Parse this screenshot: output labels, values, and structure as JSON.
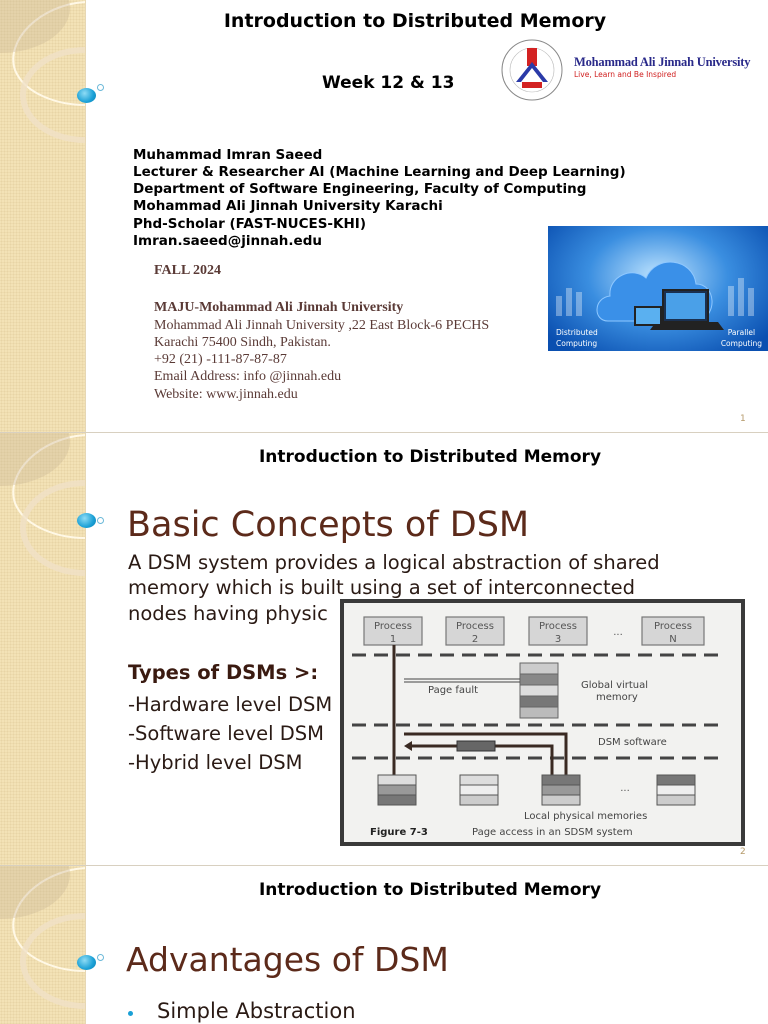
{
  "slides": [
    {
      "header": "Introduction to Distributed Memory",
      "subtitle": "Week 12 & 13",
      "logo": {
        "name": "Mohammad Ali Jinnah University",
        "tagline": "Live, Learn and Be Inspired"
      },
      "author_lines": [
        "Muhammad  Imran Saeed",
        "Lecturer & Researcher AI (Machine Learning and Deep Learning)",
        "Department of Software Engineering, Faculty of  Computing",
        "Mohammad Ali Jinnah University Karachi",
        "Phd-Scholar (FAST-NUCES-KHI)",
        "Imran.saeed@jinnah.edu"
      ],
      "term": "FALL 2024",
      "institution": "MAJU-Mohammad Ali Jinnah University",
      "address_lines": [
        "Mohammad Ali Jinnah University ,22 East Block-6 PECHS",
        "Karachi 75400 Sindh, Pakistan.",
        "+92 (21) -111-87-87-87",
        "Email Address: info @jinnah.edu",
        "Website: www.jinnah.edu"
      ],
      "image_labels": {
        "left": "Distributed\nComputing",
        "right": "Parallel\nComputing"
      },
      "page_number": "1"
    },
    {
      "header": "Introduction to Distributed Memory",
      "title": "Basic Concepts of DSM",
      "paragraph_lines": [
        "A DSM system provides a logical abstraction of shared",
        "memory which is built using a set of interconnected",
        "nodes having physic"
      ],
      "types_heading": "Types of DSMs >:",
      "types": [
        "-Hardware level DSM",
        "-Software level DSM",
        "-Hybrid level DSM"
      ],
      "figure": {
        "processes": [
          [
            "Process",
            "1"
          ],
          [
            "Process",
            "2"
          ],
          [
            "Process",
            "3"
          ],
          [
            "Process",
            "N"
          ]
        ],
        "ellipsis": "...",
        "page_fault": "Page fault",
        "global_vm": [
          "Global virtual",
          "memory"
        ],
        "dsm_software": "DSM software",
        "local_mem": "Local physical memories",
        "caption_label": "Figure 7-3",
        "caption_text": "Page access in an SDSM system"
      },
      "page_number": "2"
    },
    {
      "header": "Introduction to Distributed Memory",
      "title": "Advantages of DSM",
      "bullets": [
        "Simple Abstraction"
      ]
    }
  ],
  "colors": {
    "accent_blue": "#1aa0d6",
    "title_brown": "#5c2a1a",
    "strip": "#f3e2b6"
  }
}
